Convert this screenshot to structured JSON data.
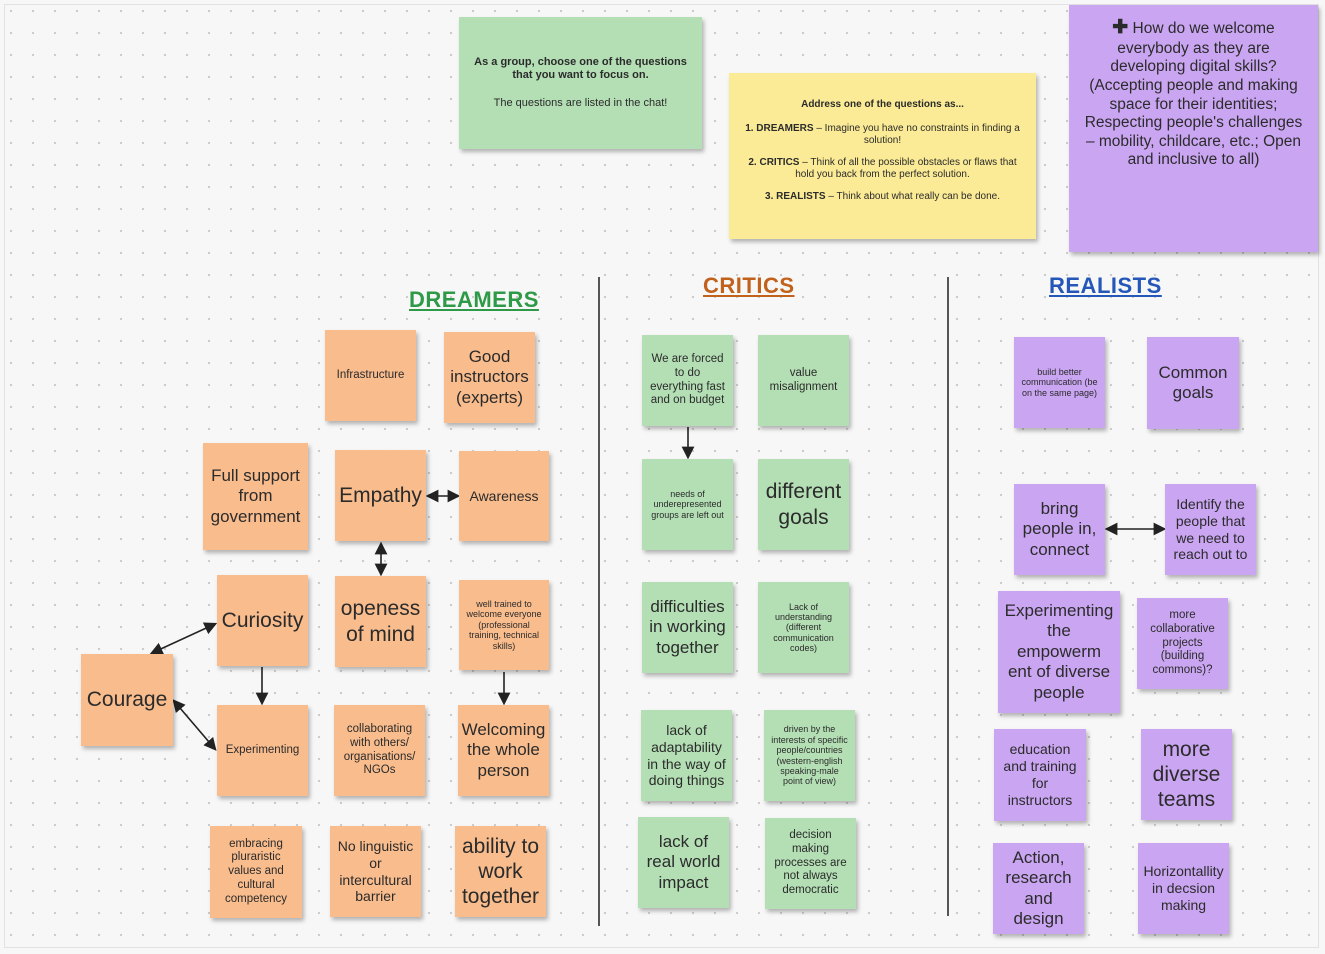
{
  "instructions": {
    "title": "As a group, choose one of the questions that you want to focus on.",
    "body": "The questions are listed in the chat!"
  },
  "roles_note": {
    "title": "Address one of the questions as...",
    "item1_label": "1. DREAMERS",
    "item1_text": " – Imagine you have no constraints in finding a solution!",
    "item2_label": "2. CRITICS",
    "item2_text": " – Think of all the possible obstacles or flaws that hold you back from the perfect solution.",
    "item3_label": "3. REALISTS",
    "item3_text": " – Think about what really can be done."
  },
  "question_note": {
    "icon": "plus-icon",
    "text": "How do we welcome everybody as they are developing digital skills? (Accepting people and making space for their identities; Respecting people's challenges – mobility, childcare, etc.; Open and inclusive to all)"
  },
  "headings": {
    "dreamers": "DREAMERS",
    "critics": "CRITICS",
    "realists": "REALISTS"
  },
  "colors": {
    "dreamers": "#2e9a47",
    "critics": "#c2611c",
    "realists": "#2457b8",
    "orange_note": "#f9bc8d",
    "green_note": "#b4dfb5",
    "purple_note": "#caa6f2",
    "yellow_note": "#fbeb96"
  },
  "dreamers": {
    "infrastructure": "Infrastructure",
    "good_instructors": "Good instructors (experts)",
    "full_support": "Full support from government",
    "empathy": "Empathy",
    "awareness": "Awareness",
    "curiosity": "Curiosity",
    "openess": "openess of mind",
    "well_trained": "well trained to welcome everyone (professional training, technical skills)",
    "courage": "Courage",
    "experimenting": "Experimenting",
    "collaborating": "collaborating with others/ organisations/ NGOs",
    "welcoming": "Welcoming the whole person",
    "embracing": "embracing pluraristic values and cultural competency",
    "no_barrier": "No linguistic or intercultural barrier",
    "ability": "ability to work together"
  },
  "critics": {
    "forced": "We are forced to do everything fast and on budget",
    "value_misalignment": "value misalignment",
    "needs_left_out": "needs of underepresented groups are left out",
    "different_goals": "different goals",
    "difficulties": "difficulties in working together",
    "lack_understanding": "Lack of understanding (different communication codes)",
    "lack_adaptability": "lack of adaptability in the way of doing things",
    "driven_by": "driven by the interests of specific people/countries (western-english speaking-male point of view)",
    "lack_impact": "lack of real world impact",
    "decision_making": "decision making processes are not always democratic"
  },
  "realists": {
    "communication": "build better communication (be on the same page)",
    "common_goals": "Common goals",
    "bring_people": "bring people in, connect",
    "identify": "Identify the people that we need to reach out to",
    "experimenting": "Experimenting the empowerm ent of diverse people",
    "more_collaborative": "more collaborative projects (building commons)?",
    "education": "education and training for instructors",
    "diverse_teams": "more diverse teams",
    "action": "Action, research and design",
    "horizontality": "Horizontallity in decsion making"
  }
}
